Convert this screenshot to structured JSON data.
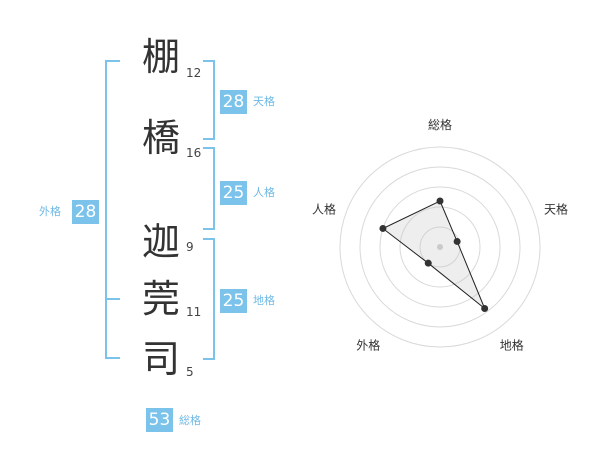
{
  "name": {
    "chars": [
      {
        "char": "棚",
        "strokes": "12"
      },
      {
        "char": "橋",
        "strokes": "16"
      },
      {
        "char": "迦",
        "strokes": "9"
      },
      {
        "char": "莞",
        "strokes": "11"
      },
      {
        "char": "司",
        "strokes": "5"
      }
    ]
  },
  "fortunes": {
    "ten": {
      "value": "28",
      "label": "天格"
    },
    "jin": {
      "value": "25",
      "label": "人格"
    },
    "chi": {
      "value": "25",
      "label": "地格"
    },
    "gai": {
      "value": "28",
      "label": "外格"
    },
    "so": {
      "value": "53",
      "label": "総格"
    }
  },
  "colors": {
    "accent": "#7cc3ec",
    "accent_text": "#6fb9e6"
  },
  "chart_data": {
    "type": "radar",
    "axes": [
      "総格",
      "天格",
      "地格",
      "外格",
      "人格"
    ],
    "scale_max": 5,
    "rings": 5,
    "values": [
      2.3,
      0.9,
      3.8,
      1.0,
      3.0
    ]
  }
}
